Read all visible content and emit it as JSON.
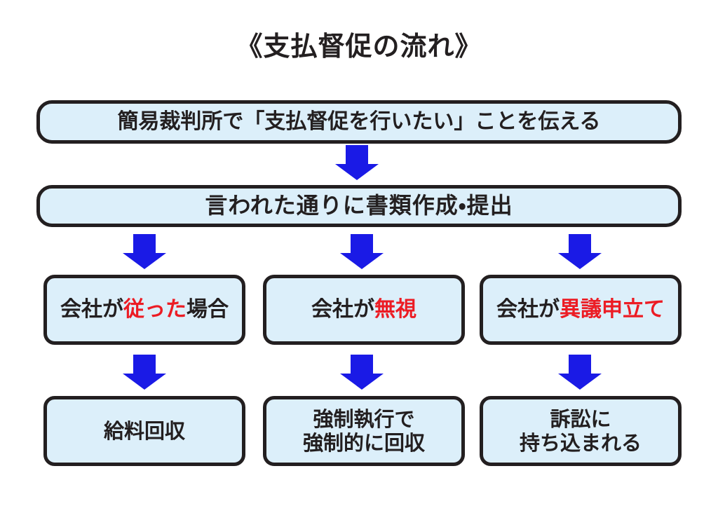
{
  "diagram": {
    "title": "《支払督促の流れ》",
    "colors": {
      "box_fill": "#dceffa",
      "box_border": "#231f20",
      "arrow": "#1a1ae6",
      "highlight_text": "#ec1c24",
      "background": "#ffffff"
    },
    "steps": [
      {
        "id": "intake",
        "text": "簡易裁判所で「支払督促を行いたい」ことを伝える"
      },
      {
        "id": "documents",
        "text": "言われた通りに書類作成・提出"
      }
    ],
    "branches": [
      {
        "id": "followed",
        "prefix": "会社が",
        "highlight": "従った",
        "suffix": "場合",
        "result_line1": "給料回収",
        "result_line2": ""
      },
      {
        "id": "ignored",
        "prefix": "会社が",
        "highlight": "無視",
        "suffix": "",
        "result_line1": "強制執行で",
        "result_line2": "強制的に回収"
      },
      {
        "id": "objection",
        "prefix": "会社が",
        "highlight": "異議申立て",
        "suffix": "",
        "result_line1": "訴訟に",
        "result_line2": "持ち込まれる"
      }
    ],
    "arrows": {
      "trunk_label": "down-arrow",
      "fan_label": "down-arrow",
      "result_label": "down-arrow"
    }
  }
}
